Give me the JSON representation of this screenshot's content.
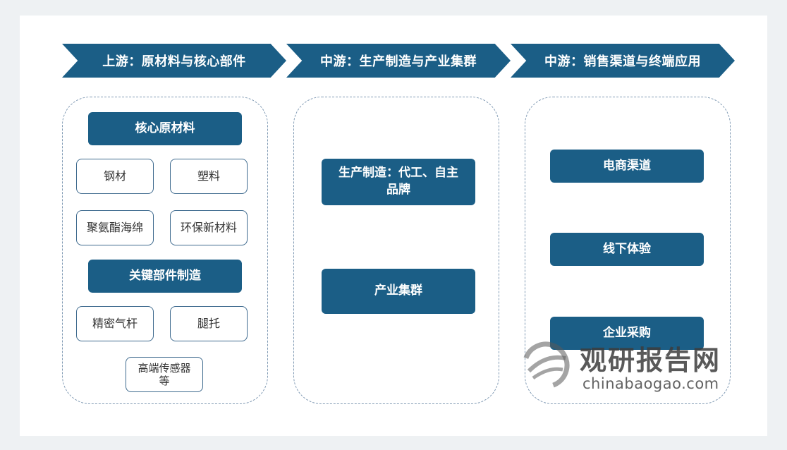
{
  "stages": [
    {
      "title": "上游：原材料与核心部件"
    },
    {
      "title": "中游：生产制造与产业集群"
    },
    {
      "title": "中游：销售渠道与终端应用"
    }
  ],
  "upstream": {
    "core_materials_header": "核心原材料",
    "materials": [
      "钢材",
      "塑料",
      "聚氨酯海绵",
      "环保新材料"
    ],
    "key_parts_header": "关键部件制造",
    "parts": [
      "精密气杆",
      "腿托",
      "高端传感器\n等"
    ]
  },
  "midstream": {
    "items": [
      "生产制造：代工、自主\n品牌",
      "产业集群"
    ]
  },
  "downstream": {
    "items": [
      "电商渠道",
      "线下体验",
      "企业采购"
    ]
  },
  "watermark": {
    "name_cn": "观研报告网",
    "url": "chinabaogao.com",
    "logo_icon": "chinabaogao-logo-icon"
  },
  "colors": {
    "primary": "#1b5e86",
    "border": "#3e6a8e",
    "dashed": "#7f99b3"
  }
}
